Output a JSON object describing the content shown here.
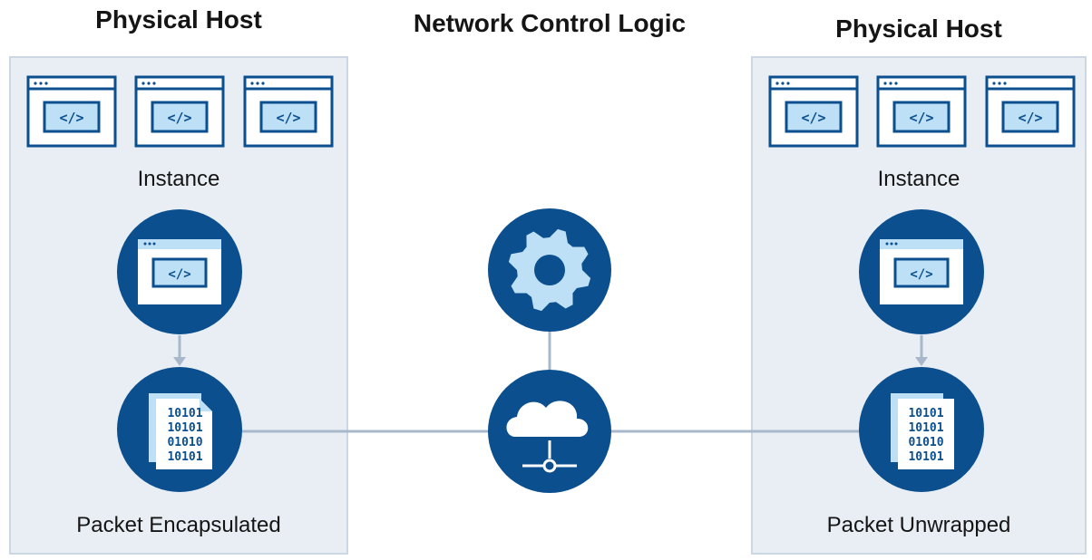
{
  "left_host": {
    "title": "Physical Host",
    "instance_label": "Instance",
    "packet_label": "Packet Encapsulated"
  },
  "center": {
    "title": "Network Control Logic"
  },
  "right_host": {
    "title": "Physical Host",
    "instance_label": "Instance",
    "packet_label": "Packet Unwrapped"
  },
  "packet_binary": {
    "left_lines": [
      "10101",
      "10101",
      "01010",
      "10101"
    ],
    "right_lines": [
      "10101",
      "10101",
      "01010",
      "10101"
    ]
  },
  "icons": {
    "instance": "code-window-icon",
    "packet": "binary-document-icon",
    "control": "gear-icon",
    "network": "cloud-network-icon"
  },
  "colors": {
    "primary_blue": "#0b4f8f",
    "light_blue": "#bde0f7",
    "panel_fill": "#e9eef5",
    "connector": "#a8b8ca"
  }
}
